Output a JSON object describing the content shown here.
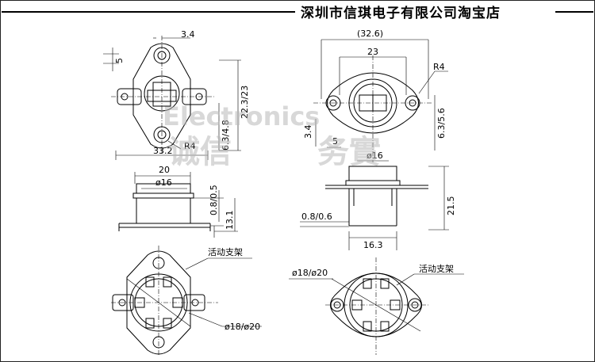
{
  "header": {
    "title": "深圳市信琪电子有限公司淘宝店"
  },
  "watermark": {
    "latin": "Electronics",
    "cjk_left": "诚信",
    "cjk_right": "务實"
  },
  "top_left_view": {
    "dim_hole_offset": "3.4",
    "dim_flange_rise": "5",
    "dim_height": "22.3/23",
    "dim_lower": "6.3/4.8",
    "dim_width": "33.2",
    "radius": "R4"
  },
  "top_right_view": {
    "dim_overall": "(32.6)",
    "dim_pitch": "23",
    "radius": "R4",
    "dim_thickness": "3.4",
    "dim_offset": "5",
    "dim_side": "6.3/5.6"
  },
  "mid_left_view": {
    "dim_width": "20",
    "dim_dia": "ø16",
    "dim_flange": "0.8/0.5",
    "dim_height": "13.1"
  },
  "mid_right_view": {
    "dim_dia": "ø16",
    "dim_height": "21.5",
    "dim_thickness": "0.8/0.6",
    "dim_span": "16.3"
  },
  "bottom_left_view": {
    "label_bracket": "活动支架",
    "dim_dia": "ø18/ø20"
  },
  "bottom_right_view": {
    "dim_dia": "ø18/ø20",
    "label_bracket": "活动支架"
  },
  "colors": {
    "line": "#000000",
    "watermark": "#b9b9b9"
  }
}
